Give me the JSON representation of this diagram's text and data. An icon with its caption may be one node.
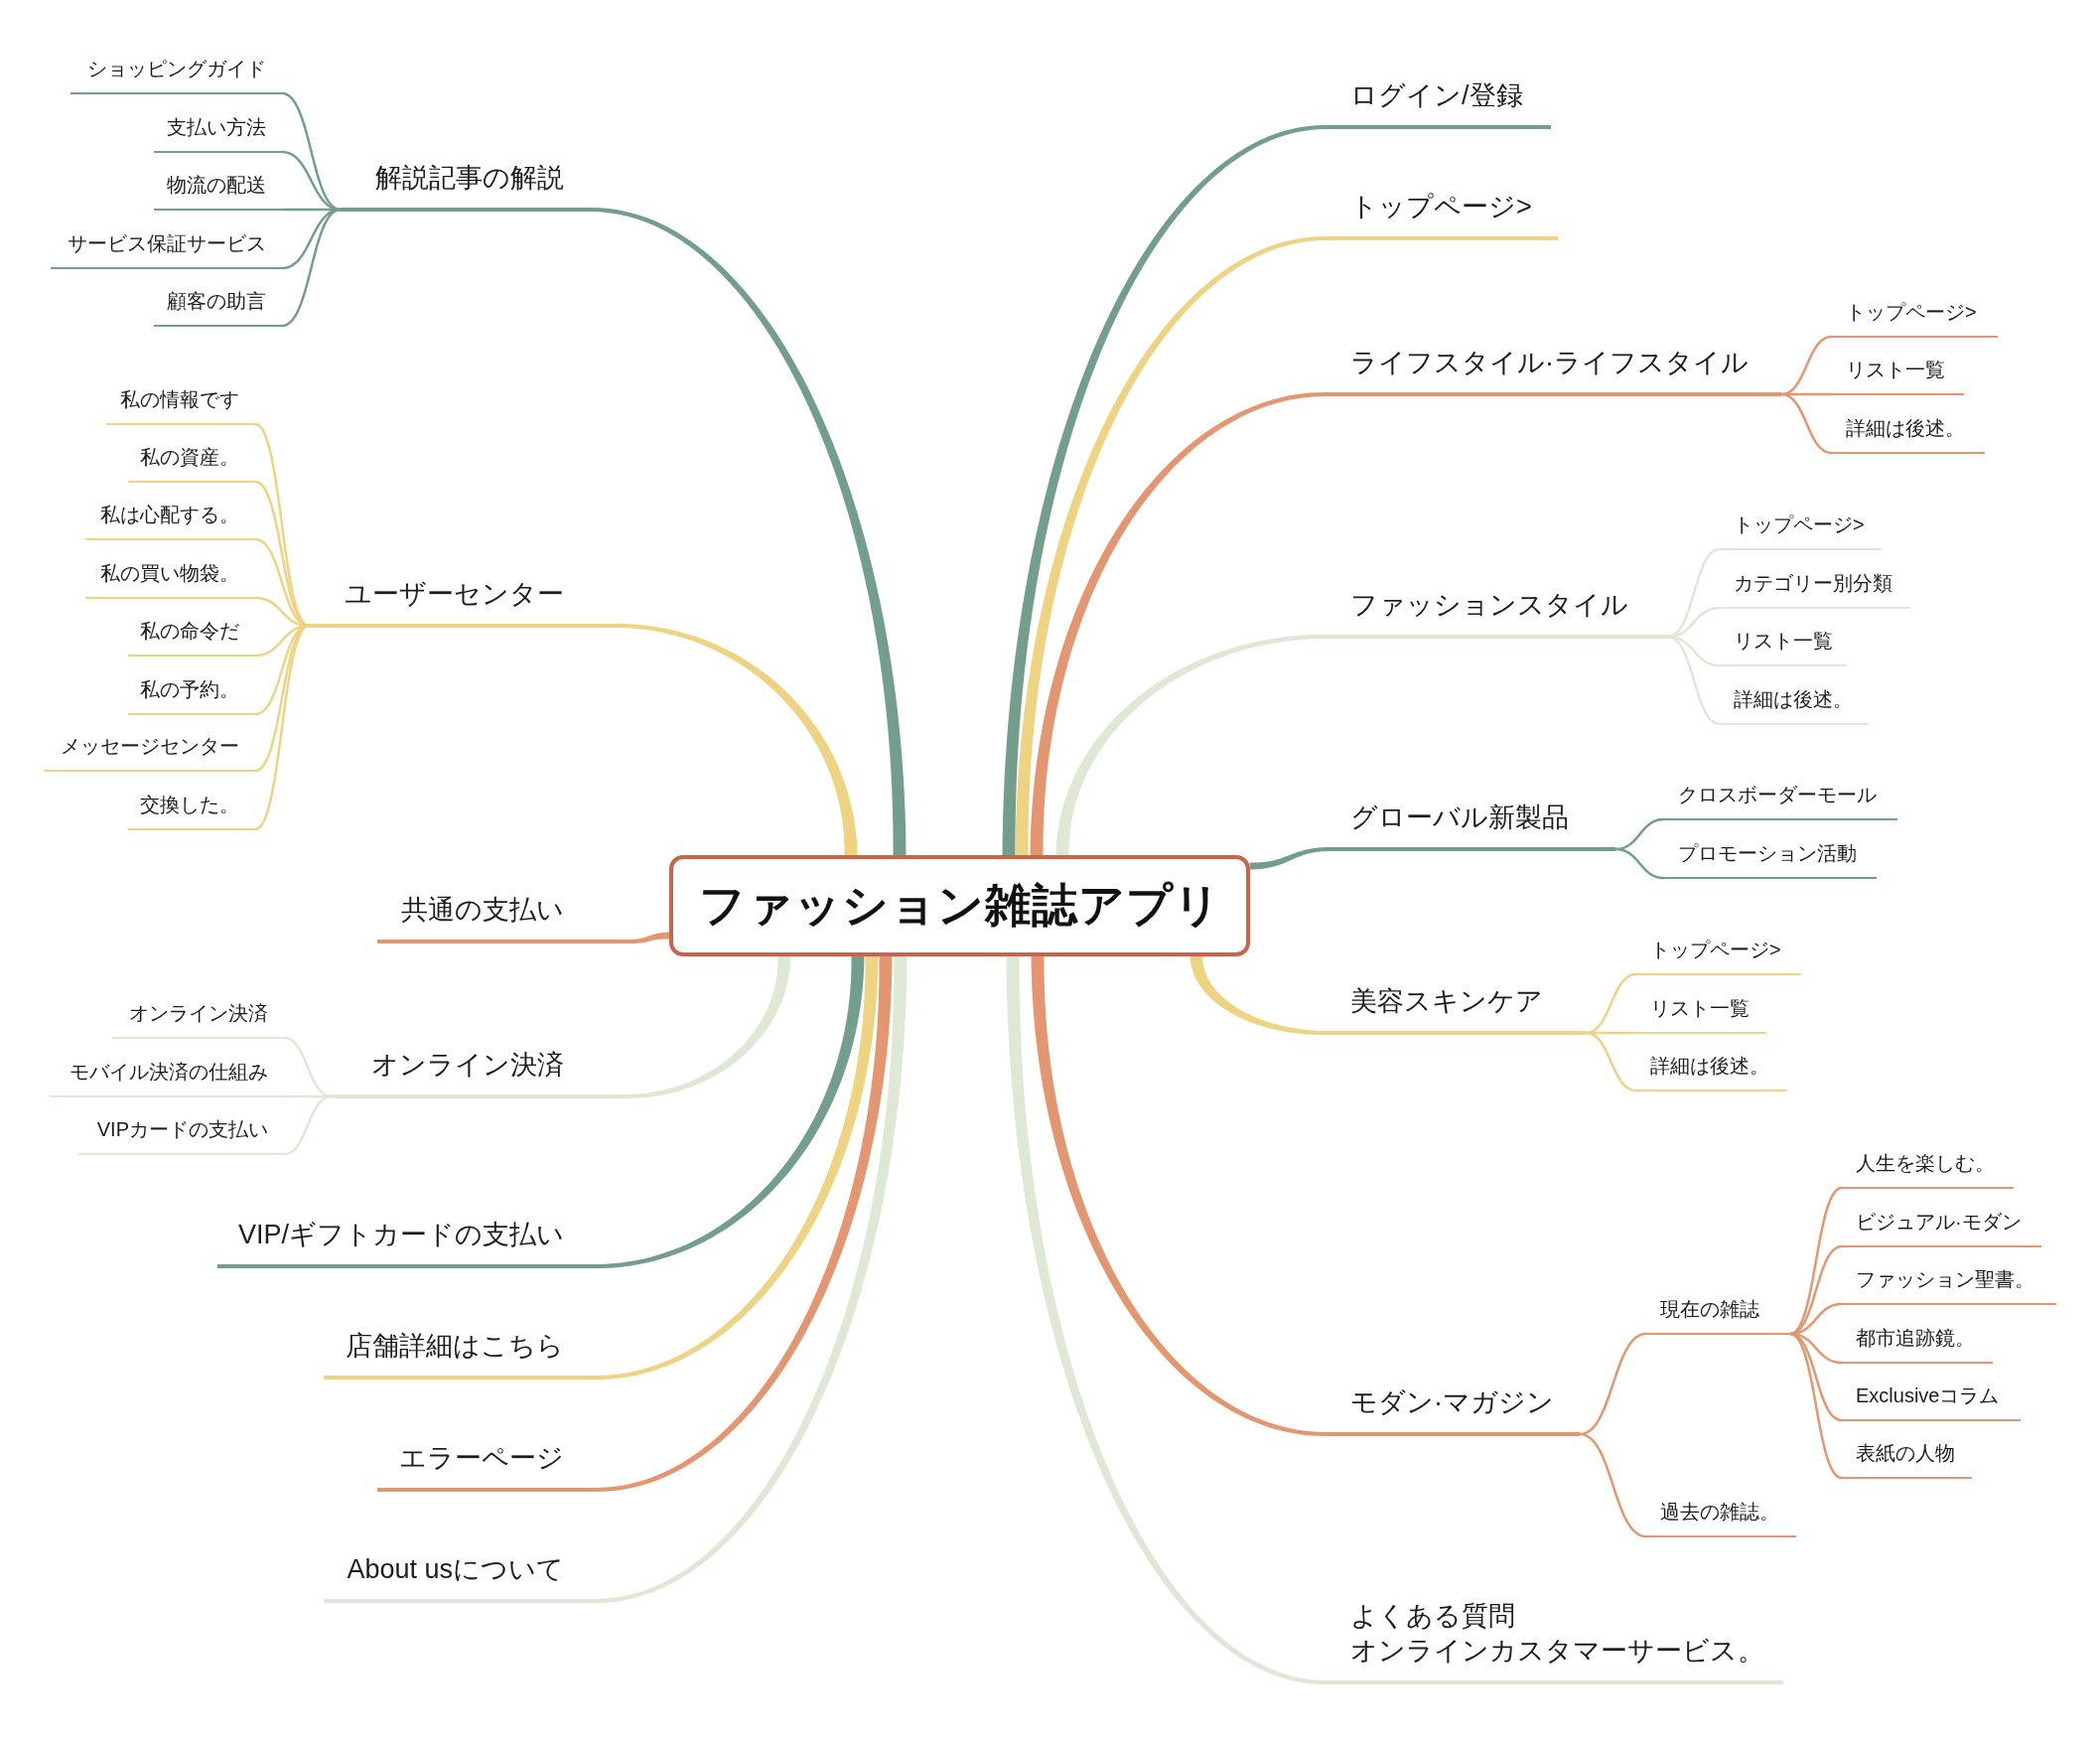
{
  "diagram": {
    "nodes": [
      {
        "text": [
          "ファッション雑誌アプリ"
        ]
      },
      {
        "text": [
          "ログイン/登録"
        ]
      },
      {
        "text": [
          "トップページ>"
        ]
      },
      {
        "text": [
          "ライフスタイル·ライフスタイル"
        ]
      },
      {
        "text": [
          "トップページ>"
        ]
      },
      {
        "text": [
          "リスト一覧"
        ]
      },
      {
        "text": [
          "詳細は後述。"
        ]
      },
      {
        "text": [
          "ファッションスタイル"
        ]
      },
      {
        "text": [
          "トップページ>"
        ]
      },
      {
        "text": [
          "カテゴリー別分類"
        ]
      },
      {
        "text": [
          "リスト一覧"
        ]
      },
      {
        "text": [
          "詳細は後述。"
        ]
      },
      {
        "text": [
          "グローバル新製品"
        ]
      },
      {
        "text": [
          "クロスボーダーモール"
        ]
      },
      {
        "text": [
          "プロモーション活動"
        ]
      },
      {
        "text": [
          "美容スキンケア"
        ]
      },
      {
        "text": [
          "トップページ>"
        ]
      },
      {
        "text": [
          "リスト一覧"
        ]
      },
      {
        "text": [
          "詳細は後述。"
        ]
      },
      {
        "text": [
          "モダン·マガジン"
        ]
      },
      {
        "text": [
          "現在の雑誌"
        ]
      },
      {
        "text": [
          "人生を楽しむ。"
        ]
      },
      {
        "text": [
          "ビジュアル·モダン"
        ]
      },
      {
        "text": [
          "ファッション聖書。"
        ]
      },
      {
        "text": [
          "都市追跡鏡。"
        ]
      },
      {
        "text": [
          "Exclusiveコラム"
        ]
      },
      {
        "text": [
          "表紙の人物"
        ]
      },
      {
        "text": [
          "過去の雑誌。"
        ]
      },
      {
        "text": [
          "よくある質問",
          "オンラインカスタマーサービス。"
        ]
      },
      {
        "text": [
          "解説記事の解説"
        ]
      },
      {
        "text": [
          "ショッピングガイド"
        ]
      },
      {
        "text": [
          "支払い方法"
        ]
      },
      {
        "text": [
          "物流の配送"
        ]
      },
      {
        "text": [
          "サービス保証サービス"
        ]
      },
      {
        "text": [
          "顧客の助言"
        ]
      },
      {
        "text": [
          "ユーザーセンター"
        ]
      },
      {
        "text": [
          "私の情報です"
        ]
      },
      {
        "text": [
          "私の資産。"
        ]
      },
      {
        "text": [
          "私は心配する。"
        ]
      },
      {
        "text": [
          "私の買い物袋。"
        ]
      },
      {
        "text": [
          "私の命令だ"
        ]
      },
      {
        "text": [
          "私の予約。"
        ]
      },
      {
        "text": [
          "メッセージセンター"
        ]
      },
      {
        "text": [
          "交換した。"
        ]
      },
      {
        "text": [
          "共通の支払い"
        ]
      },
      {
        "text": [
          "オンライン決済"
        ]
      },
      {
        "text": [
          "オンライン決済"
        ]
      },
      {
        "text": [
          "モバイル決済の仕組み"
        ]
      },
      {
        "text": [
          "VIPカードの支払い"
        ]
      },
      {
        "text": [
          "VIP/ギフトカードの支払い"
        ]
      },
      {
        "text": [
          "店舗詳細はこちら"
        ]
      },
      {
        "text": [
          "エラーページ"
        ]
      },
      {
        "text": [
          "About usについて"
        ]
      }
    ],
    "edges": [
      {
        "from": 0,
        "to": 1,
        "arrow": "none",
        "style": "thick",
        "color": "#739d8c"
      },
      {
        "from": 0,
        "to": 2,
        "arrow": "none",
        "style": "thick",
        "color": "#eed383"
      },
      {
        "from": 0,
        "to": 3,
        "arrow": "none",
        "style": "thick",
        "color": "#e3966f"
      },
      {
        "from": 3,
        "to": 4,
        "arrow": "none",
        "color": "#e3966f"
      },
      {
        "from": 3,
        "to": 5,
        "arrow": "none",
        "color": "#e3966f"
      },
      {
        "from": 3,
        "to": 6,
        "arrow": "none",
        "color": "#e3966f"
      },
      {
        "from": 0,
        "to": 7,
        "arrow": "none",
        "style": "thick",
        "color": "#dfe7d5"
      },
      {
        "from": 7,
        "to": 8,
        "arrow": "none",
        "color": "#dfe7d5"
      },
      {
        "from": 7,
        "to": 9,
        "arrow": "none",
        "color": "#dfe7d5"
      },
      {
        "from": 7,
        "to": 10,
        "arrow": "none",
        "color": "#dfe7d5"
      },
      {
        "from": 7,
        "to": 11,
        "arrow": "none",
        "color": "#dfe7d5"
      },
      {
        "from": 0,
        "to": 12,
        "arrow": "none",
        "style": "thick",
        "color": "#739d8c"
      },
      {
        "from": 12,
        "to": 13,
        "arrow": "none",
        "color": "#739d8c"
      },
      {
        "from": 12,
        "to": 14,
        "arrow": "none",
        "color": "#739d8c"
      },
      {
        "from": 0,
        "to": 15,
        "arrow": "none",
        "style": "thick",
        "color": "#eed383"
      },
      {
        "from": 15,
        "to": 16,
        "arrow": "none",
        "color": "#eed383"
      },
      {
        "from": 15,
        "to": 17,
        "arrow": "none",
        "color": "#eed383"
      },
      {
        "from": 15,
        "to": 18,
        "arrow": "none",
        "color": "#eed383"
      },
      {
        "from": 0,
        "to": 19,
        "arrow": "none",
        "style": "thick",
        "color": "#e3966f"
      },
      {
        "from": 19,
        "to": 20,
        "arrow": "none",
        "color": "#e3966f"
      },
      {
        "from": 20,
        "to": 21,
        "arrow": "none",
        "color": "#e3966f"
      },
      {
        "from": 20,
        "to": 22,
        "arrow": "none",
        "color": "#e3966f"
      },
      {
        "from": 20,
        "to": 23,
        "arrow": "none",
        "color": "#e3966f"
      },
      {
        "from": 20,
        "to": 24,
        "arrow": "none",
        "color": "#e3966f"
      },
      {
        "from": 20,
        "to": 25,
        "arrow": "none",
        "color": "#e3966f"
      },
      {
        "from": 20,
        "to": 26,
        "arrow": "none",
        "color": "#e3966f"
      },
      {
        "from": 19,
        "to": 27,
        "arrow": "none",
        "color": "#e3966f"
      },
      {
        "from": 0,
        "to": 28,
        "arrow": "none",
        "style": "thick",
        "color": "#dfe7d5"
      },
      {
        "from": 0,
        "to": 29,
        "arrow": "none",
        "style": "thick",
        "color": "#739d8c"
      },
      {
        "from": 29,
        "to": 30,
        "arrow": "none",
        "color": "#739d8c"
      },
      {
        "from": 29,
        "to": 31,
        "arrow": "none",
        "color": "#739d8c"
      },
      {
        "from": 29,
        "to": 32,
        "arrow": "none",
        "color": "#739d8c"
      },
      {
        "from": 29,
        "to": 33,
        "arrow": "none",
        "color": "#739d8c"
      },
      {
        "from": 29,
        "to": 34,
        "arrow": "none",
        "color": "#739d8c"
      },
      {
        "from": 0,
        "to": 35,
        "arrow": "none",
        "style": "thick",
        "color": "#eed383"
      },
      {
        "from": 35,
        "to": 36,
        "arrow": "none",
        "color": "#eed383"
      },
      {
        "from": 35,
        "to": 37,
        "arrow": "none",
        "color": "#eed383"
      },
      {
        "from": 35,
        "to": 38,
        "arrow": "none",
        "color": "#eed383"
      },
      {
        "from": 35,
        "to": 39,
        "arrow": "none",
        "color": "#eed383"
      },
      {
        "from": 35,
        "to": 40,
        "arrow": "none",
        "color": "#eed383"
      },
      {
        "from": 35,
        "to": 41,
        "arrow": "none",
        "color": "#eed383"
      },
      {
        "from": 35,
        "to": 42,
        "arrow": "none",
        "color": "#eed383"
      },
      {
        "from": 35,
        "to": 43,
        "arrow": "none",
        "color": "#eed383"
      },
      {
        "from": 0,
        "to": 44,
        "arrow": "none",
        "style": "thick",
        "color": "#e3966f"
      },
      {
        "from": 0,
        "to": 45,
        "arrow": "none",
        "style": "thick",
        "color": "#dfe7d5"
      },
      {
        "from": 45,
        "to": 46,
        "arrow": "none",
        "color": "#dfe7d5"
      },
      {
        "from": 45,
        "to": 47,
        "arrow": "none",
        "color": "#dfe7d5"
      },
      {
        "from": 45,
        "to": 48,
        "arrow": "none",
        "color": "#dfe7d5"
      },
      {
        "from": 0,
        "to": 49,
        "arrow": "none",
        "style": "thick",
        "color": "#739d8c"
      },
      {
        "from": 0,
        "to": 50,
        "arrow": "none",
        "style": "thick",
        "color": "#eed383"
      },
      {
        "from": 0,
        "to": 51,
        "arrow": "none",
        "style": "thick",
        "color": "#e3966f"
      },
      {
        "from": 0,
        "to": 52,
        "arrow": "none",
        "style": "thick",
        "color": "#dfe7d5"
      }
    ]
  }
}
